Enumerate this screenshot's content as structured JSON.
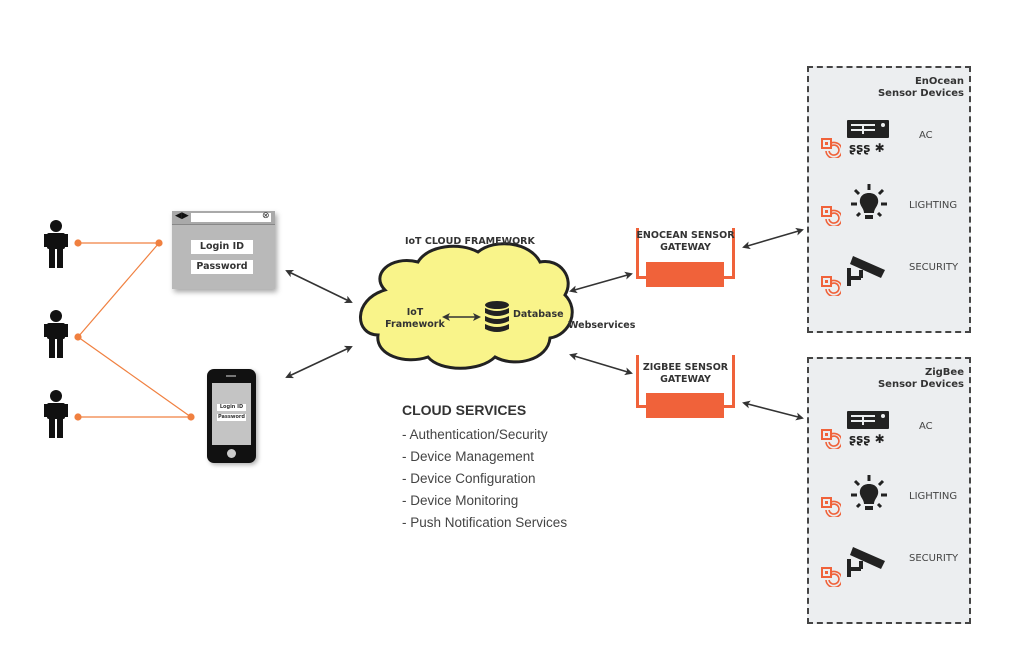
{
  "cloud": {
    "title": "IoT CLOUD FRAMEWORK",
    "framework_label_line1": "IoT",
    "framework_label_line2": "Framework",
    "database_label": "Database",
    "webservices_label": "Webservices",
    "fill_color": "#f9f48a"
  },
  "login_window": {
    "field1": "Login ID",
    "field2": "Password"
  },
  "phone": {
    "field1": "Login ID",
    "field2": "Password"
  },
  "cloud_services": {
    "title": "CLOUD SERVICES",
    "items": [
      "- Authentication/Security",
      "- Device Management",
      "- Device Configuration",
      "- Device Monitoring",
      "- Push Notification Services"
    ]
  },
  "gateways": [
    {
      "line1": "ENOCEAN SENSOR",
      "line2": "GATEWAY"
    },
    {
      "line1": "ZIGBEE SENSOR",
      "line2": "GATEWAY"
    }
  ],
  "device_groups": [
    {
      "title_line1": "EnOcean",
      "title_line2": "Sensor Devices",
      "devices": [
        {
          "label": "AC",
          "icon": "ac-unit-icon"
        },
        {
          "label": "LIGHTING",
          "icon": "light-bulb-icon"
        },
        {
          "label": "SECURITY",
          "icon": "security-camera-icon"
        }
      ]
    },
    {
      "title_line1": "ZigBee",
      "title_line2": "Sensor Devices",
      "devices": [
        {
          "label": "AC",
          "icon": "ac-unit-icon"
        },
        {
          "label": "LIGHTING",
          "icon": "light-bulb-icon"
        },
        {
          "label": "SECURITY",
          "icon": "security-camera-icon"
        }
      ]
    }
  ],
  "users": [
    {
      "icon": "user-icon"
    },
    {
      "icon": "user-icon"
    },
    {
      "icon": "user-icon"
    }
  ],
  "colors": {
    "accent": "#f0623a",
    "connector": "#f08040",
    "dark": "#222222"
  }
}
